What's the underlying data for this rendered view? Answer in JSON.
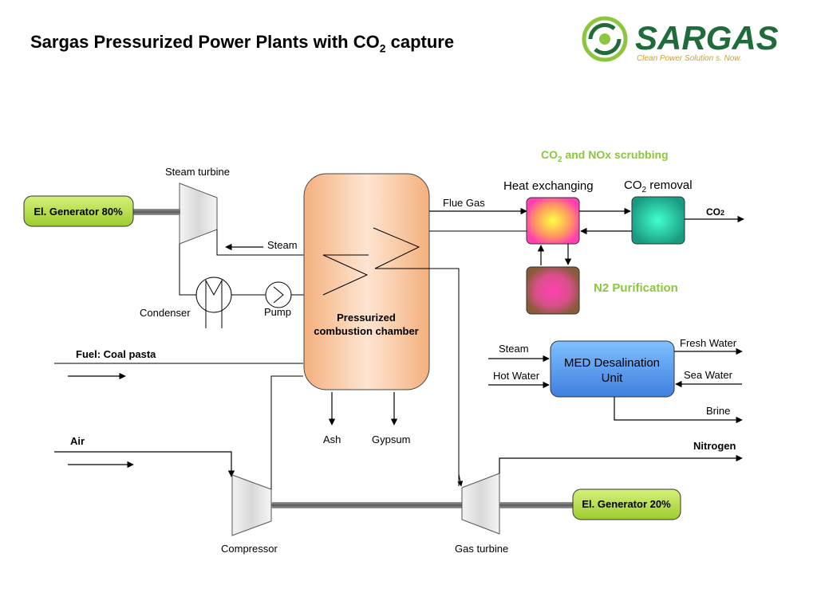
{
  "title": {
    "prefix": "Sargas Pressurized Power Plants with CO",
    "sub": "2",
    "suffix": " capture"
  },
  "logo": {
    "name": "SARGAS",
    "tagline": "Clean Power Solution s. Now.",
    "icon": "swirl-logo-icon"
  },
  "colors": {
    "green_label": "#8cc63f",
    "box_green": "#b5e04a",
    "box_chamber": "#f5b88a",
    "box_med": "#4a90e2",
    "box_co2": "#2bb8a0",
    "box_n2": "#9b5a3c",
    "logo_green": "#1f6b3a"
  },
  "labels": {
    "steam_turbine": "Steam turbine",
    "el_gen_80": "El. Generator 80%",
    "steam": "Steam",
    "condenser": "Condenser",
    "pump": "Pump",
    "fuel": "Fuel: Coal pasta",
    "chamber_l1": "Pressurized",
    "chamber_l2": "combustion chamber",
    "flue_gas": "Flue Gas",
    "scrub_prefix": "CO",
    "scrub_sub": "2",
    "scrub_suffix": " and NOx scrubbing",
    "heat_exchanging": "Heat exchanging",
    "co2_removal_prefix": "CO",
    "co2_removal_sub": "2",
    "co2_removal_suffix": " removal",
    "co2_out_prefix": "CO",
    "co2_out_sub": "2",
    "n2_purification": "N2 Purification",
    "med_l1": "MED Desalination",
    "med_l2": "Unit",
    "med_steam": "Steam",
    "hot_water": "Hot Water",
    "fresh_water": "Fresh Water",
    "sea_water": "Sea Water",
    "brine": "Brine",
    "ash": "Ash",
    "gypsum": "Gypsum",
    "air": "Air",
    "nitrogen": "Nitrogen",
    "compressor": "Compressor",
    "gas_turbine": "Gas turbine",
    "el_gen_20": "El. Generator 20%"
  }
}
